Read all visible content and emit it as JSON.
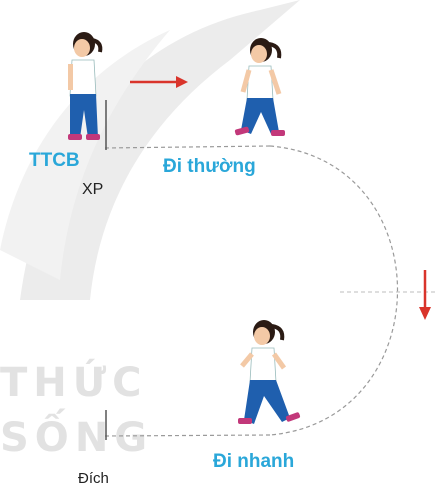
{
  "labels": {
    "start": "TTCB",
    "xp": "XP",
    "walk_normal": "Đi thường",
    "walk_fast": "Đi nhanh",
    "finish": "Đích"
  },
  "watermark": {
    "line1": "THỨC",
    "line2": "SỐNG"
  },
  "colors": {
    "label_blue": "#2aa7d9",
    "arrow_red": "#d9342b",
    "shirt": "#ffffff",
    "pants": "#1f5fae",
    "hair": "#2b1b14",
    "skin": "#f3c9a6",
    "shoes": "#c2387a"
  },
  "icons": [
    "standing-girl-icon",
    "walking-girl-icon",
    "fast-walking-girl-icon",
    "right-arrow-icon",
    "down-arrow-icon"
  ]
}
